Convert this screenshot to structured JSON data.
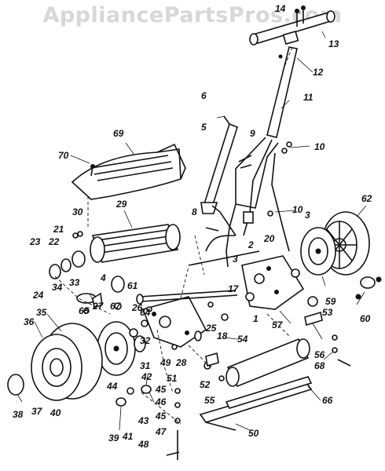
{
  "watermark": "AppliancePartsPros.com",
  "diagram": {
    "part_numbers": [
      "1",
      "2",
      "3",
      "3",
      "4",
      "5",
      "6",
      "8",
      "9",
      "10",
      "10",
      "11",
      "12",
      "13",
      "14",
      "17",
      "18",
      "20",
      "21",
      "22",
      "23",
      "24",
      "25",
      "26",
      "27",
      "28",
      "29",
      "30",
      "31",
      "32",
      "33",
      "34",
      "35",
      "36",
      "37",
      "38",
      "39",
      "40",
      "41",
      "42",
      "43",
      "44",
      "45",
      "45",
      "46",
      "47",
      "48",
      "49",
      "50",
      "51",
      "52",
      "53",
      "54",
      "55",
      "56",
      "57",
      "59",
      "60",
      "61",
      "62",
      "64",
      "65",
      "66",
      "67",
      "68",
      "69",
      "70"
    ]
  }
}
